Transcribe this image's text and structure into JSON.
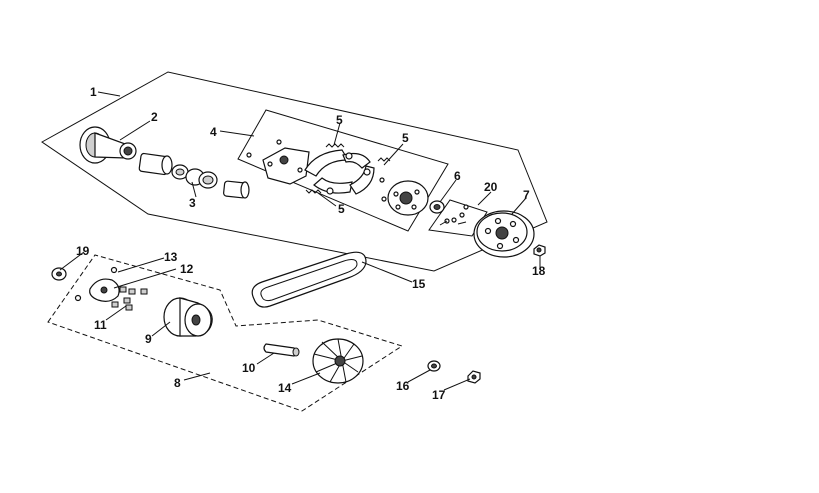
{
  "labels": {
    "l1": "1",
    "l2": "2",
    "l3": "3",
    "l4": "4",
    "l5a": "5",
    "l5b": "5",
    "l5c": "5",
    "l6": "6",
    "l7": "7",
    "l8": "8",
    "l9": "9",
    "l10": "10",
    "l11": "11",
    "l12": "12",
    "l13": "13",
    "l14": "14",
    "l15": "15",
    "l16": "16",
    "l17": "17",
    "l18": "18",
    "l19": "19",
    "l20": "20"
  }
}
